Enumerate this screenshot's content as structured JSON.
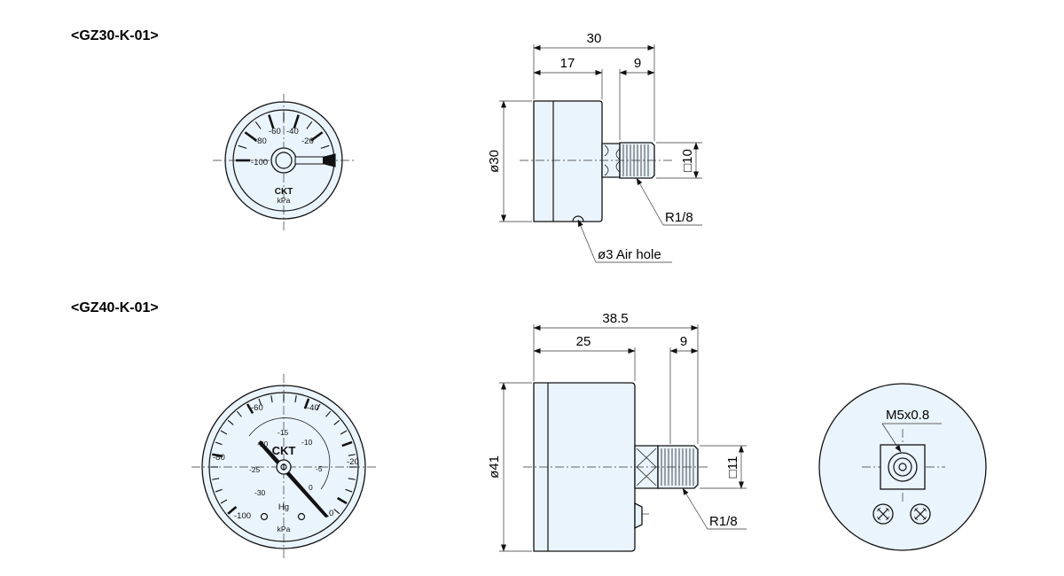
{
  "models": [
    {
      "label": "<GZ30-K-01>",
      "front": {
        "scale_labels": [
          "-100",
          "-80",
          "-60",
          "-40",
          "-20"
        ],
        "brand": "CKT",
        "unit": "kPa"
      },
      "side": {
        "overall_length": "30",
        "body_length": "17",
        "thread_length": "9",
        "diameter": "ø30",
        "hex_size": "□10",
        "thread": "R1/8",
        "air_hole": "ø3 Air hole"
      }
    },
    {
      "label": "<GZ40-K-01>",
      "front": {
        "outer_labels": [
          "-100",
          "-80",
          "-60",
          "-40",
          "-20",
          "0"
        ],
        "inner_labels": [
          "-30",
          "-25",
          "-20",
          "-15",
          "-10",
          "-5",
          "0"
        ],
        "brand": "CKT",
        "unit_inner": "Hg",
        "unit_outer": "kPa"
      },
      "side": {
        "overall_length": "38.5",
        "body_length": "25",
        "thread_length": "9",
        "diameter": "ø41",
        "hex_size": "□11",
        "thread": "R1/8"
      },
      "back": {
        "port_thread": "M5x0.8"
      }
    }
  ],
  "colors": {
    "gauge_face": "#eaf4fc",
    "line": "#111111"
  }
}
